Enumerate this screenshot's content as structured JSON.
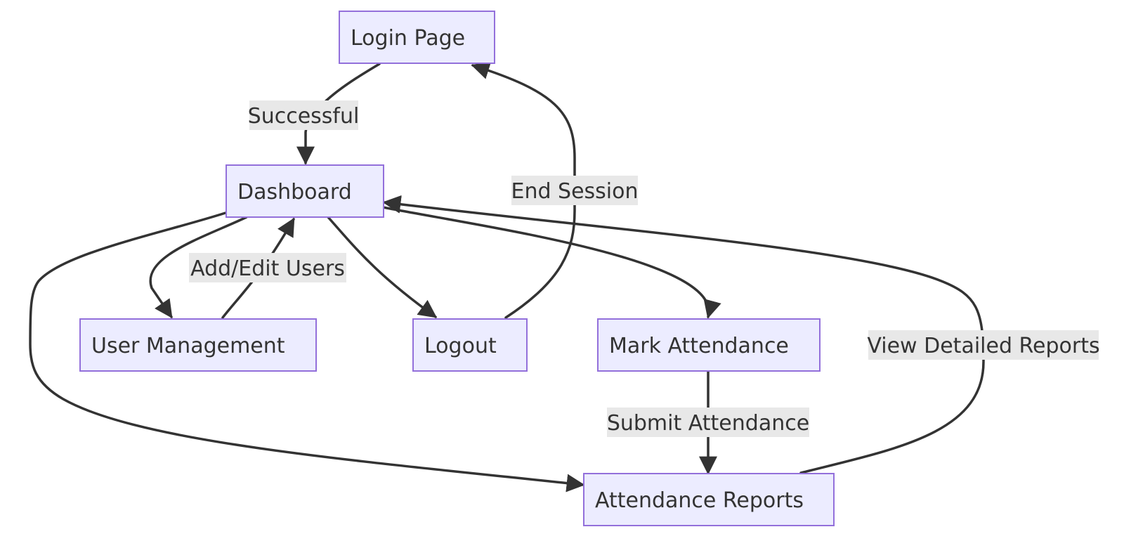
{
  "colors": {
    "node_fill": "#ECECFF",
    "node_stroke": "#9370DB",
    "edge": "#333333",
    "label_background": "#e8e8e8",
    "text": "#333333"
  },
  "nodes": {
    "login": "Login Page",
    "dashboard": "Dashboard",
    "user_management": "User Management",
    "logout": "Logout",
    "mark_attendance": "Mark Attendance",
    "attendance_reports": "Attendance Reports"
  },
  "edges": [
    {
      "from": "login",
      "to": "dashboard",
      "label": "Successful"
    },
    {
      "from": "dashboard",
      "to": "user_management",
      "label": ""
    },
    {
      "from": "user_management",
      "to": "dashboard",
      "label": "Add/Edit Users"
    },
    {
      "from": "dashboard",
      "to": "logout",
      "label": ""
    },
    {
      "from": "logout",
      "to": "login",
      "label": "End Session"
    },
    {
      "from": "dashboard",
      "to": "mark_attendance",
      "label": ""
    },
    {
      "from": "mark_attendance",
      "to": "attendance_reports",
      "label": "Submit Attendance"
    },
    {
      "from": "dashboard",
      "to": "attendance_reports",
      "label": ""
    },
    {
      "from": "attendance_reports",
      "to": "dashboard",
      "label": "View Detailed Reports"
    }
  ]
}
